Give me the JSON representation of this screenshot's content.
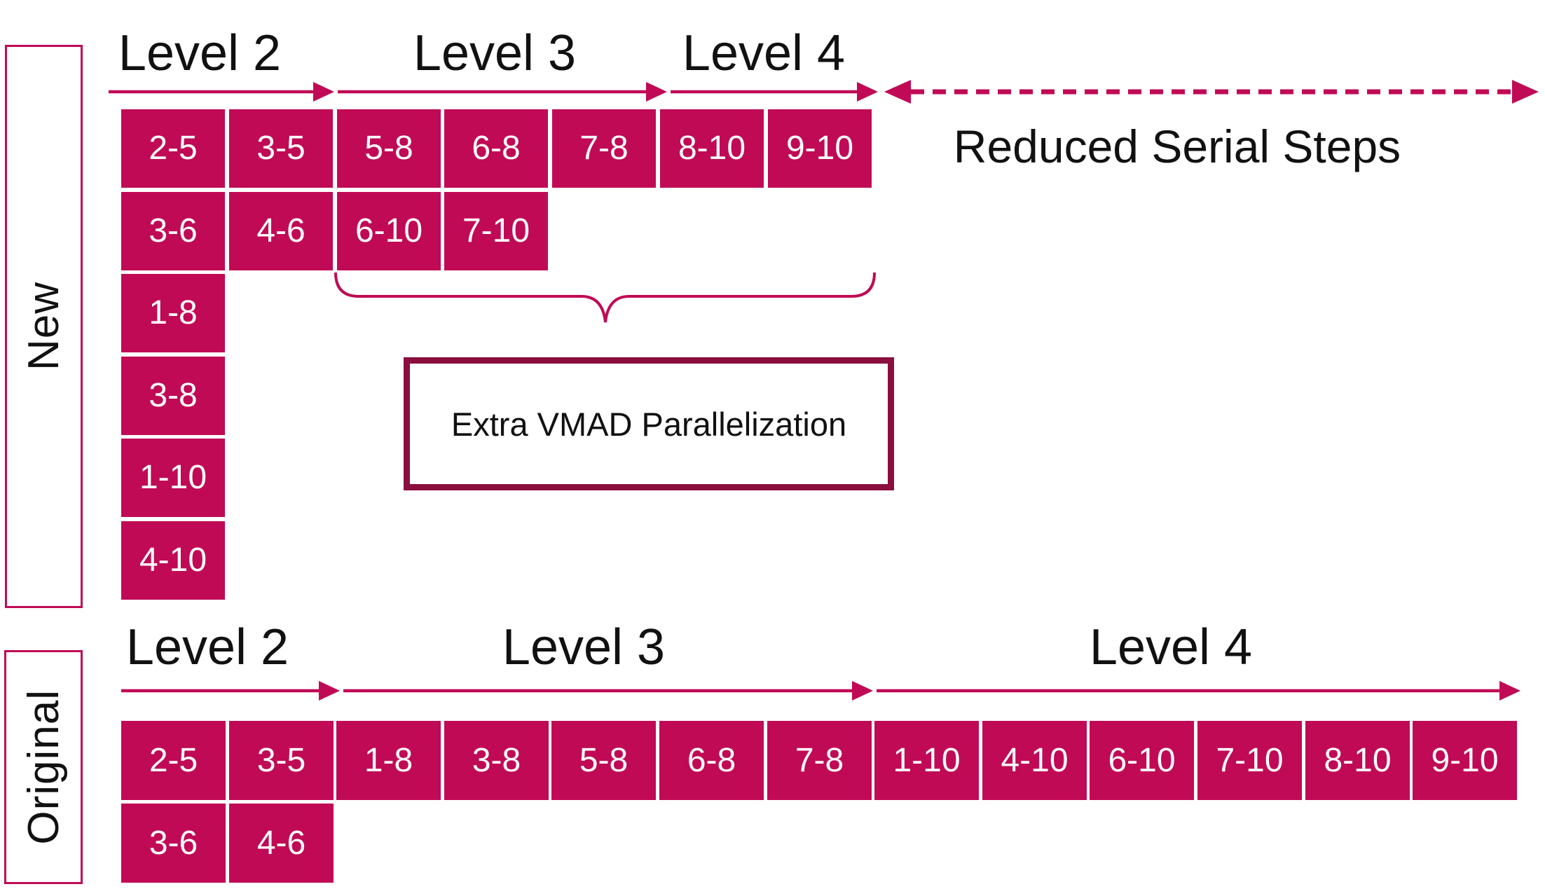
{
  "colors": {
    "magenta": "#C00A55",
    "dark_maroon_border": "#8A0E3E",
    "heading_text": "#111111",
    "box_label_text": "#FFFFFF"
  },
  "annotations": {
    "reduced_serial_steps": "Reduced Serial Steps",
    "extra_vmad_parallelization": "Extra VMAD Parallelization"
  },
  "sections": [
    {
      "label": "New",
      "levels": [
        {
          "label": "Level 2"
        },
        {
          "label": "Level 3"
        },
        {
          "label": "Level 4"
        }
      ],
      "boxes": [
        {
          "label": "2-5",
          "col": 0,
          "row": 0
        },
        {
          "label": "3-5",
          "col": 1,
          "row": 0
        },
        {
          "label": "5-8",
          "col": 2,
          "row": 0
        },
        {
          "label": "6-8",
          "col": 3,
          "row": 0
        },
        {
          "label": "7-8",
          "col": 4,
          "row": 0
        },
        {
          "label": "8-10",
          "col": 5,
          "row": 0
        },
        {
          "label": "9-10",
          "col": 6,
          "row": 0
        },
        {
          "label": "3-6",
          "col": 0,
          "row": 1
        },
        {
          "label": "4-6",
          "col": 1,
          "row": 1
        },
        {
          "label": "6-10",
          "col": 2,
          "row": 1
        },
        {
          "label": "7-10",
          "col": 3,
          "row": 1
        },
        {
          "label": "1-8",
          "col": 0,
          "row": 2
        },
        {
          "label": "3-8",
          "col": 0,
          "row": 3
        },
        {
          "label": "1-10",
          "col": 0,
          "row": 4
        },
        {
          "label": "4-10",
          "col": 0,
          "row": 5
        }
      ]
    },
    {
      "label": "Original",
      "levels": [
        {
          "label": "Level 2"
        },
        {
          "label": "Level 3"
        },
        {
          "label": "Level 4"
        }
      ],
      "boxes": [
        {
          "label": "2-5",
          "col": 0,
          "row": 0
        },
        {
          "label": "3-5",
          "col": 1,
          "row": 0
        },
        {
          "label": "1-8",
          "col": 2,
          "row": 0
        },
        {
          "label": "3-8",
          "col": 3,
          "row": 0
        },
        {
          "label": "5-8",
          "col": 4,
          "row": 0
        },
        {
          "label": "6-8",
          "col": 5,
          "row": 0
        },
        {
          "label": "7-8",
          "col": 6,
          "row": 0
        },
        {
          "label": "1-10",
          "col": 7,
          "row": 0
        },
        {
          "label": "4-10",
          "col": 8,
          "row": 0
        },
        {
          "label": "6-10",
          "col": 9,
          "row": 0
        },
        {
          "label": "7-10",
          "col": 10,
          "row": 0
        },
        {
          "label": "8-10",
          "col": 11,
          "row": 0
        },
        {
          "label": "9-10",
          "col": 12,
          "row": 0
        },
        {
          "label": "3-6",
          "col": 0,
          "row": 1
        },
        {
          "label": "4-6",
          "col": 1,
          "row": 1
        }
      ]
    }
  ]
}
